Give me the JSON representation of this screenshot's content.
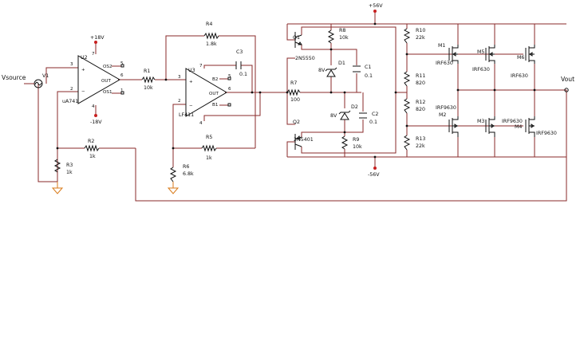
{
  "power": {
    "vpos": "+56V",
    "vneg": "-56V",
    "opamp_pos": "+18V",
    "opamp_neg": "-18V"
  },
  "source": {
    "name": "V1",
    "net": "Vsource"
  },
  "output": {
    "net": "Vout"
  },
  "opamp_u2": {
    "ref": "U2",
    "part": "uA741",
    "pin_noninv": "3",
    "pin_inv": "2",
    "pin_out": "6",
    "out_label": "OUT",
    "os1": "OS1",
    "os2": "OS2",
    "pin_os1": "1",
    "pin_os2": "5",
    "pin_vp": "7",
    "pin_vn": "4"
  },
  "opamp_u3": {
    "ref": "U3",
    "part": "LF411",
    "pin_noninv": "3",
    "pin_inv": "2",
    "pin_out": "6",
    "out_label": "OUT",
    "b1": "B1",
    "b2": "B2",
    "pin_b2": "5",
    "pin_vp": "7",
    "pin_vn": "4"
  },
  "resistors": {
    "r1": {
      "ref": "R1",
      "value": "10k"
    },
    "r2": {
      "ref": "R2",
      "value": "1k"
    },
    "r3": {
      "ref": "R3",
      "value": "1k"
    },
    "r4": {
      "ref": "R4",
      "value": "1.8k"
    },
    "r5": {
      "ref": "R5",
      "value": "1k"
    },
    "r6": {
      "ref": "R6",
      "value": "6.8k"
    },
    "r7": {
      "ref": "R7",
      "value": "100"
    },
    "r8": {
      "ref": "R8",
      "value": "10k"
    },
    "r9": {
      "ref": "R9",
      "value": "10k"
    },
    "r10": {
      "ref": "R10",
      "value": "22k"
    },
    "r11": {
      "ref": "R11",
      "value": "820"
    },
    "r12": {
      "ref": "R12",
      "value": "820"
    },
    "r13": {
      "ref": "R13",
      "value": "22k"
    }
  },
  "capacitors": {
    "c1": {
      "ref": "C1",
      "value": "0.1"
    },
    "c2": {
      "ref": "C2",
      "value": "0.1"
    },
    "c3": {
      "ref": "C3",
      "value": "0.1"
    }
  },
  "diodes": {
    "d1": {
      "ref": "D1",
      "value": "8V"
    },
    "d2": {
      "ref": "D2",
      "value": "8V"
    }
  },
  "transistors": {
    "q1": {
      "ref": "Q1",
      "part": "2N5550"
    },
    "q2": {
      "ref": "Q2",
      "part": "2N5401"
    },
    "m1": {
      "ref": "M1",
      "part": "IRF630"
    },
    "m5": {
      "ref": "M5",
      "part": "IRF630"
    },
    "m6": {
      "ref": "M6",
      "part": "IRF630"
    },
    "m2": {
      "ref": "M2",
      "part": "IRF9630"
    },
    "m3": {
      "ref": "M3",
      "part": "IRF9630"
    },
    "m4": {
      "ref": "M4",
      "part": "IRF9630"
    }
  },
  "colors": {
    "wire": "#8a2a2a",
    "component": "#111111",
    "ground": "#d87a18",
    "power_dot": "#c82020",
    "background": "#ffffff"
  }
}
